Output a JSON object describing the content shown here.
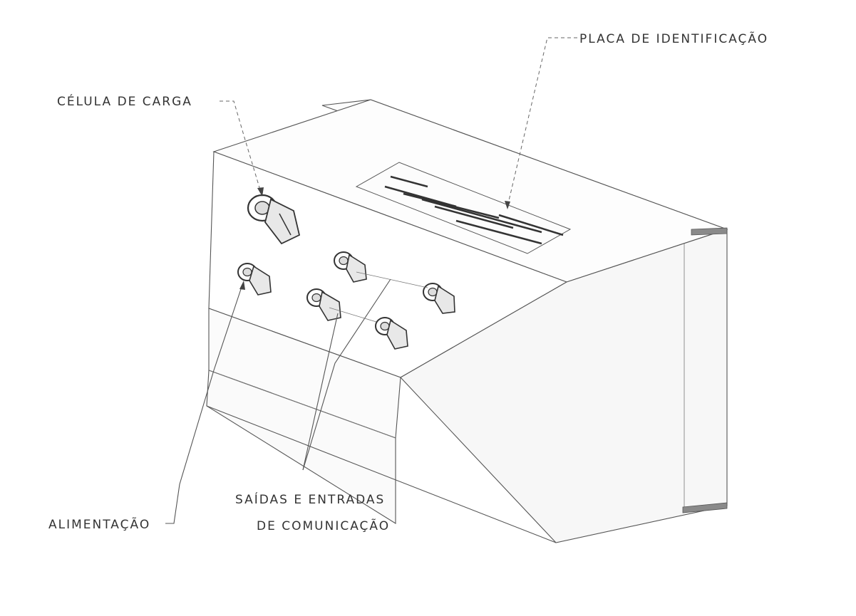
{
  "labels": {
    "nameplate": "PLACA DE IDENTIFICAÇÃO",
    "load_cell": "CÉLULA DE CARGA",
    "power": "ALIMENTAÇÃO",
    "comm_line1": "SAÍDAS E ENTRADAS",
    "comm_line2": "DE COMUNICAÇÃO"
  },
  "components": {
    "cable_glands": [
      "load-cell-gland",
      "power-gland",
      "comm-gland-1",
      "comm-gland-2",
      "comm-gland-3",
      "comm-gland-4"
    ]
  },
  "colors": {
    "line": "#555555",
    "text": "#333333",
    "paper": "#ffffff"
  }
}
